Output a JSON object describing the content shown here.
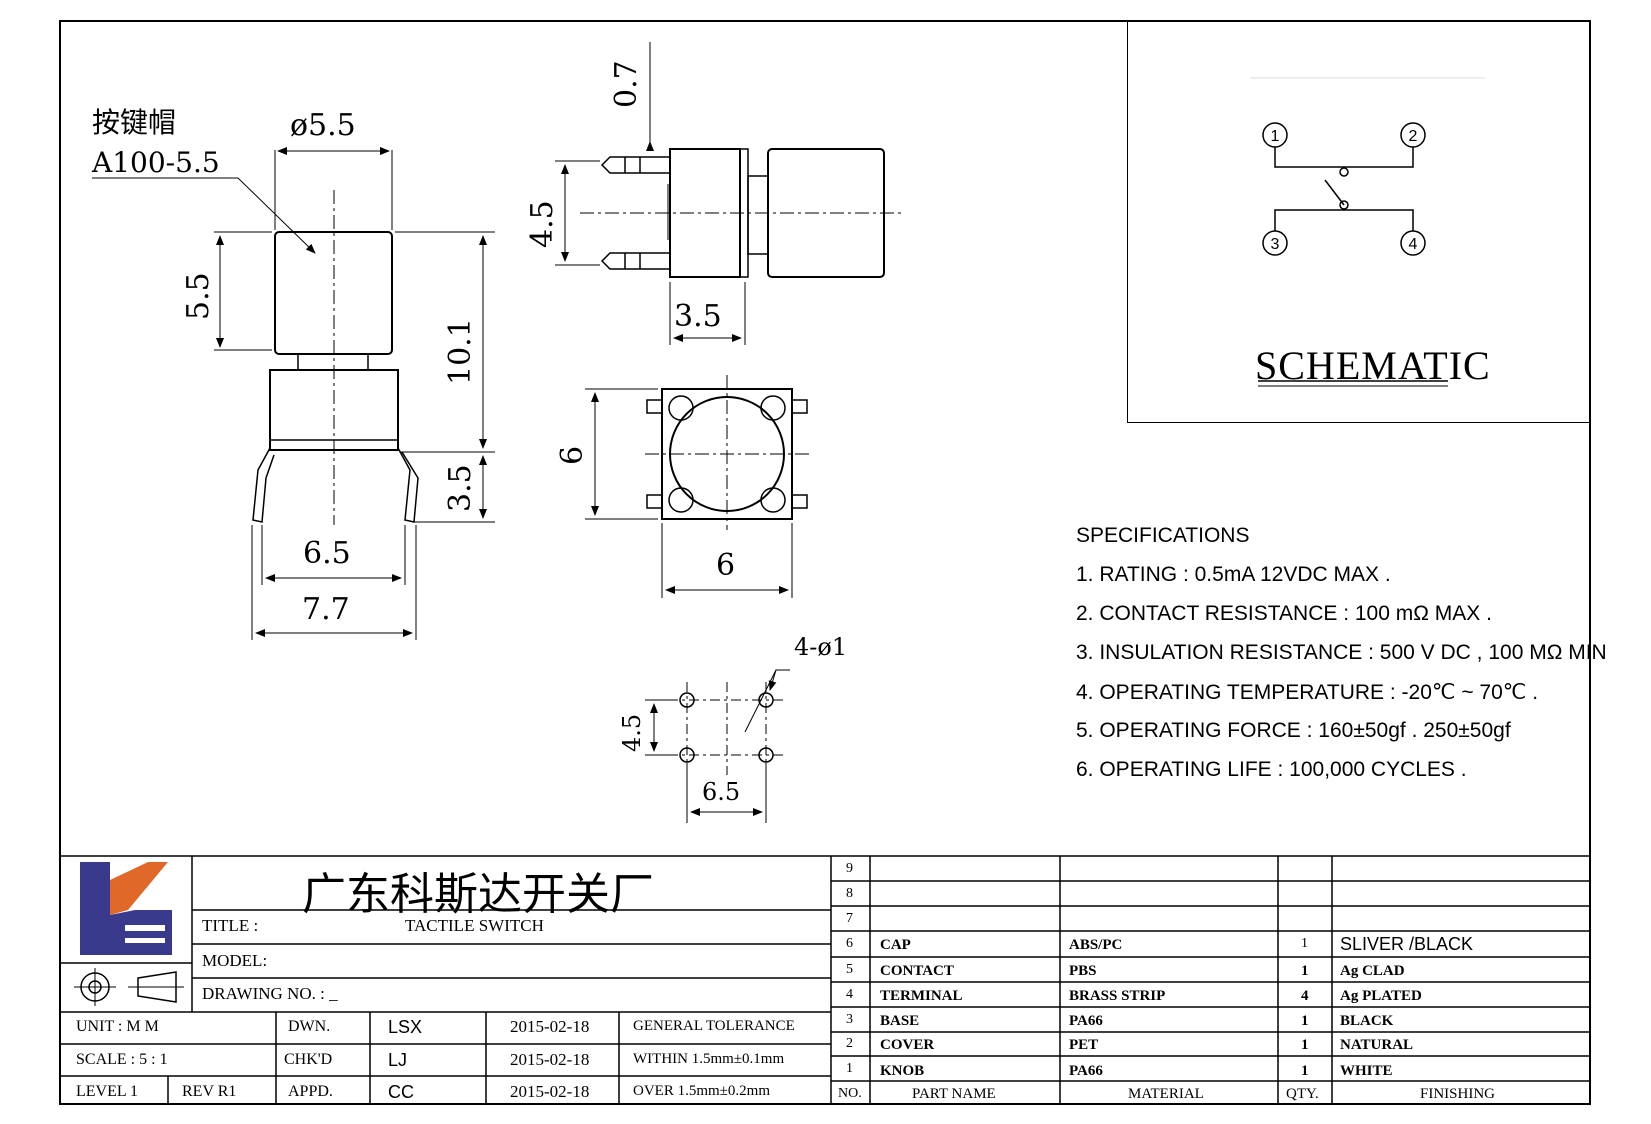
{
  "drawing": {
    "cap_label_cn": "按键帽",
    "cap_label_part": "A100-5.5",
    "dims": {
      "cap_dia": "ø5.5",
      "cap_height": "5.5",
      "total_height": "10.1",
      "pin_len": "3.5",
      "width_a": "6.5",
      "width_b": "7.7",
      "top_pin": "0.7",
      "pin_span": "4.5",
      "side_w": "3.5",
      "body_h": "6",
      "body_w": "6",
      "holes": "4-ø1",
      "hole_v": "4.5",
      "hole_h": "6.5"
    }
  },
  "schematic": {
    "pins": [
      "1",
      "2",
      "3",
      "4"
    ],
    "title": "SCHEMATIC"
  },
  "specs": {
    "heading": "SPECIFICATIONS",
    "items": [
      "1. RATING : 0.5mA 12VDC MAX .",
      "2. CONTACT RESISTANCE : 100 mΩ MAX .",
      "3. INSULATION RESISTANCE : 500 V DC , 100 MΩ MIN",
      "4. OPERATING TEMPERATURE : -20℃ ~ 70℃ .",
      "5. OPERATING FORCE : 160±50gf . 250±50gf",
      "6. OPERATING LIFE : 100,000 CYCLES ."
    ]
  },
  "titleblock": {
    "company": "广东科斯达开关厂",
    "title_label": "TITLE :",
    "title_value": "TACTILE SWITCH",
    "model_label": "MODEL:",
    "drawing_no_label": "DRAWING NO. : _",
    "unit_label": "UNIT   :   M M",
    "scale_label": "SCALE  :  5 : 1",
    "level_label": "LEVEL 1",
    "rev_label": "REV  R1",
    "dwn": "DWN.",
    "chkd": "CHK'D",
    "appd": "APPD.",
    "dwn_name": "LSX",
    "chkd_name": "LJ",
    "appd_name": "CC",
    "dwn_date": "2015-02-18",
    "chkd_date": "2015-02-18",
    "appd_date": "2015-02-18",
    "tol_1": "GENERAL TOLERANCE",
    "tol_2": "WITHIN 1.5mm±0.1mm",
    "tol_3": "OVER   1.5mm±0.2mm"
  },
  "bom": {
    "header": {
      "no": "NO.",
      "part": "PART  NAME",
      "material": "MATERIAL",
      "qty": "QTY.",
      "finishing": "FINISHING"
    },
    "empty_rows": [
      "9",
      "8",
      "7"
    ],
    "rows": [
      {
        "no": "6",
        "part": "CAP",
        "material": "ABS/PC",
        "qty": "1",
        "finishing": "SLIVER /BLACK"
      },
      {
        "no": "5",
        "part": "CONTACT",
        "material": "PBS",
        "qty": "1",
        "finishing": "Ag CLAD"
      },
      {
        "no": "4",
        "part": "TERMINAL",
        "material": "BRASS STRIP",
        "qty": "4",
        "finishing": "Ag PLATED"
      },
      {
        "no": "3",
        "part": "BASE",
        "material": "PA66",
        "qty": "1",
        "finishing": "BLACK"
      },
      {
        "no": "2",
        "part": "COVER",
        "material": "PET",
        "qty": "1",
        "finishing": "NATURAL"
      },
      {
        "no": "1",
        "part": "KNOB",
        "material": "PA66",
        "qty": "1",
        "finishing": "WHITE"
      }
    ]
  }
}
